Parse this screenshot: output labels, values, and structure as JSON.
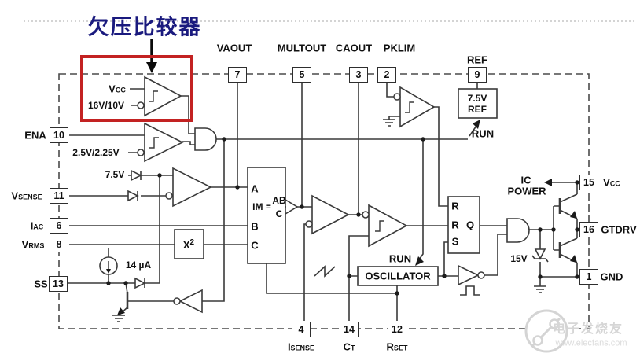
{
  "annotation": {
    "title": "欠压比较器"
  },
  "pins": {
    "top": [
      {
        "label": "VAOUT",
        "num": "7"
      },
      {
        "label": "MULTOUT",
        "num": "5"
      },
      {
        "label": "CAOUT",
        "num": "3"
      },
      {
        "label": "PKLIM",
        "num": "2"
      },
      {
        "label": "REF",
        "num": "9"
      }
    ],
    "left": [
      {
        "label": "ENA",
        "num": "10"
      },
      {
        "label": "Vsense",
        "num": "11"
      },
      {
        "label": "Iac",
        "num": "6"
      },
      {
        "label": "Vrms",
        "num": "8"
      },
      {
        "label": "SS",
        "num": "13"
      }
    ],
    "right": [
      {
        "label": "Vcc",
        "num": "15"
      },
      {
        "label": "GTDRV",
        "num": "16"
      },
      {
        "label": "GND",
        "num": "1"
      }
    ],
    "bottom": [
      {
        "label": "Isense",
        "num": "4"
      },
      {
        "label": "Ct",
        "num": "14"
      },
      {
        "label": "Rset",
        "num": "12"
      }
    ]
  },
  "labels": {
    "uvlo_vcc": "Vcc",
    "uvlo_threshold": "16V/10V",
    "ena_threshold": "2.5V/2.25V",
    "ref_clamp": "7.5V",
    "ss_current": "14 µA",
    "squarer": "X",
    "squarer_exp": "2",
    "mult_a": "A",
    "mult_b": "B",
    "mult_c": "C",
    "mult_im": "IM =",
    "mult_num": "AB",
    "mult_den": "C",
    "ref_box_line1": "7.5V",
    "ref_box_line2": "REF",
    "run_ref": "RUN",
    "run_osc": "RUN",
    "oscillator": "OSCILLATOR",
    "ff_r1": "R",
    "ff_r2": "R",
    "ff_q": "Q",
    "ff_s": "S",
    "ic_power_line1": "IC",
    "ic_power_line2": "POWER",
    "zener": "15V"
  },
  "watermark": {
    "brand": "电子发烧友",
    "url": "www.elecfans.com"
  },
  "colors": {
    "highlight_box": "#c32222",
    "annotation_text": "#1a1a7e",
    "wire": "#3a3a3a",
    "watermark": "#d6d6d6"
  }
}
